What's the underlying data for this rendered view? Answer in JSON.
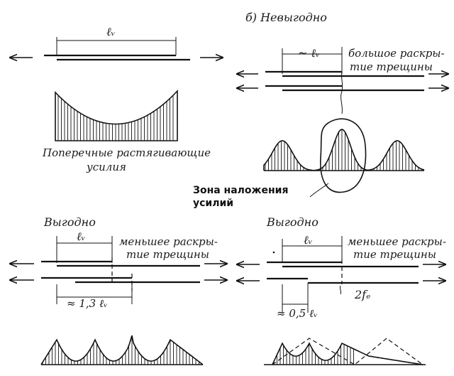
{
  "panel_a": {
    "dim_label": "ℓᵥ",
    "caption_line1": "Поперечные растягивающие",
    "caption_line2": "усилия"
  },
  "panel_b": {
    "header": "б)  Невыгодно",
    "dim_label": "~ ℓᵥ",
    "crack_line1": "большое раскры-",
    "crack_line2": "тие трещины",
    "overlap_line1": "Зона наложения",
    "overlap_line2": "усилий"
  },
  "panel_c": {
    "header": "Выгодно",
    "dim_label": "ℓᵥ",
    "crack_line1": "меньшее раскры-",
    "crack_line2": "тие трещины",
    "offset_label": "≈ 1,3 ℓᵥ"
  },
  "panel_d": {
    "header": "Выгодно",
    "dim_label": "ℓᵥ",
    "crack_line1": "меньшее раскры-",
    "crack_line2": "тие трещины",
    "offset_label": "≈ 0,5 ℓᵥ",
    "fe_label": "2fₑ"
  },
  "colors": {
    "ink": "#111111",
    "background": "#ffffff"
  }
}
